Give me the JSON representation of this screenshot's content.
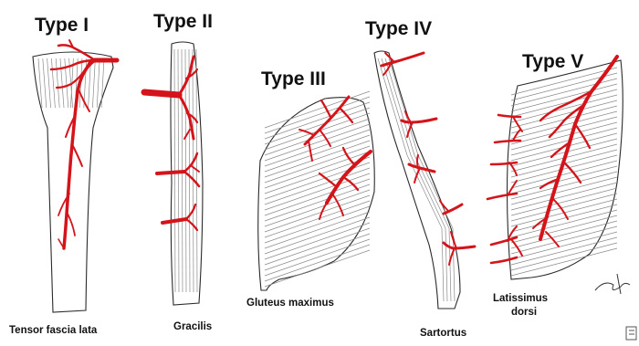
{
  "figure": {
    "panels": [
      {
        "type_label": "Type I",
        "muscle_label": "Tensor fascia lata"
      },
      {
        "type_label": "Type II",
        "muscle_label": "Gracilis"
      },
      {
        "type_label": "Type III",
        "muscle_label": "Gluteus maximus"
      },
      {
        "type_label": "Type IV",
        "muscle_label": "Sartortus"
      },
      {
        "type_label": "Type V",
        "muscle_label_line1": "Latissimus",
        "muscle_label_line2": "dorsi"
      }
    ],
    "colors": {
      "vessel": "#d4141a",
      "outline": "#2a2a2a",
      "fiber": "#8a8a8a"
    }
  }
}
